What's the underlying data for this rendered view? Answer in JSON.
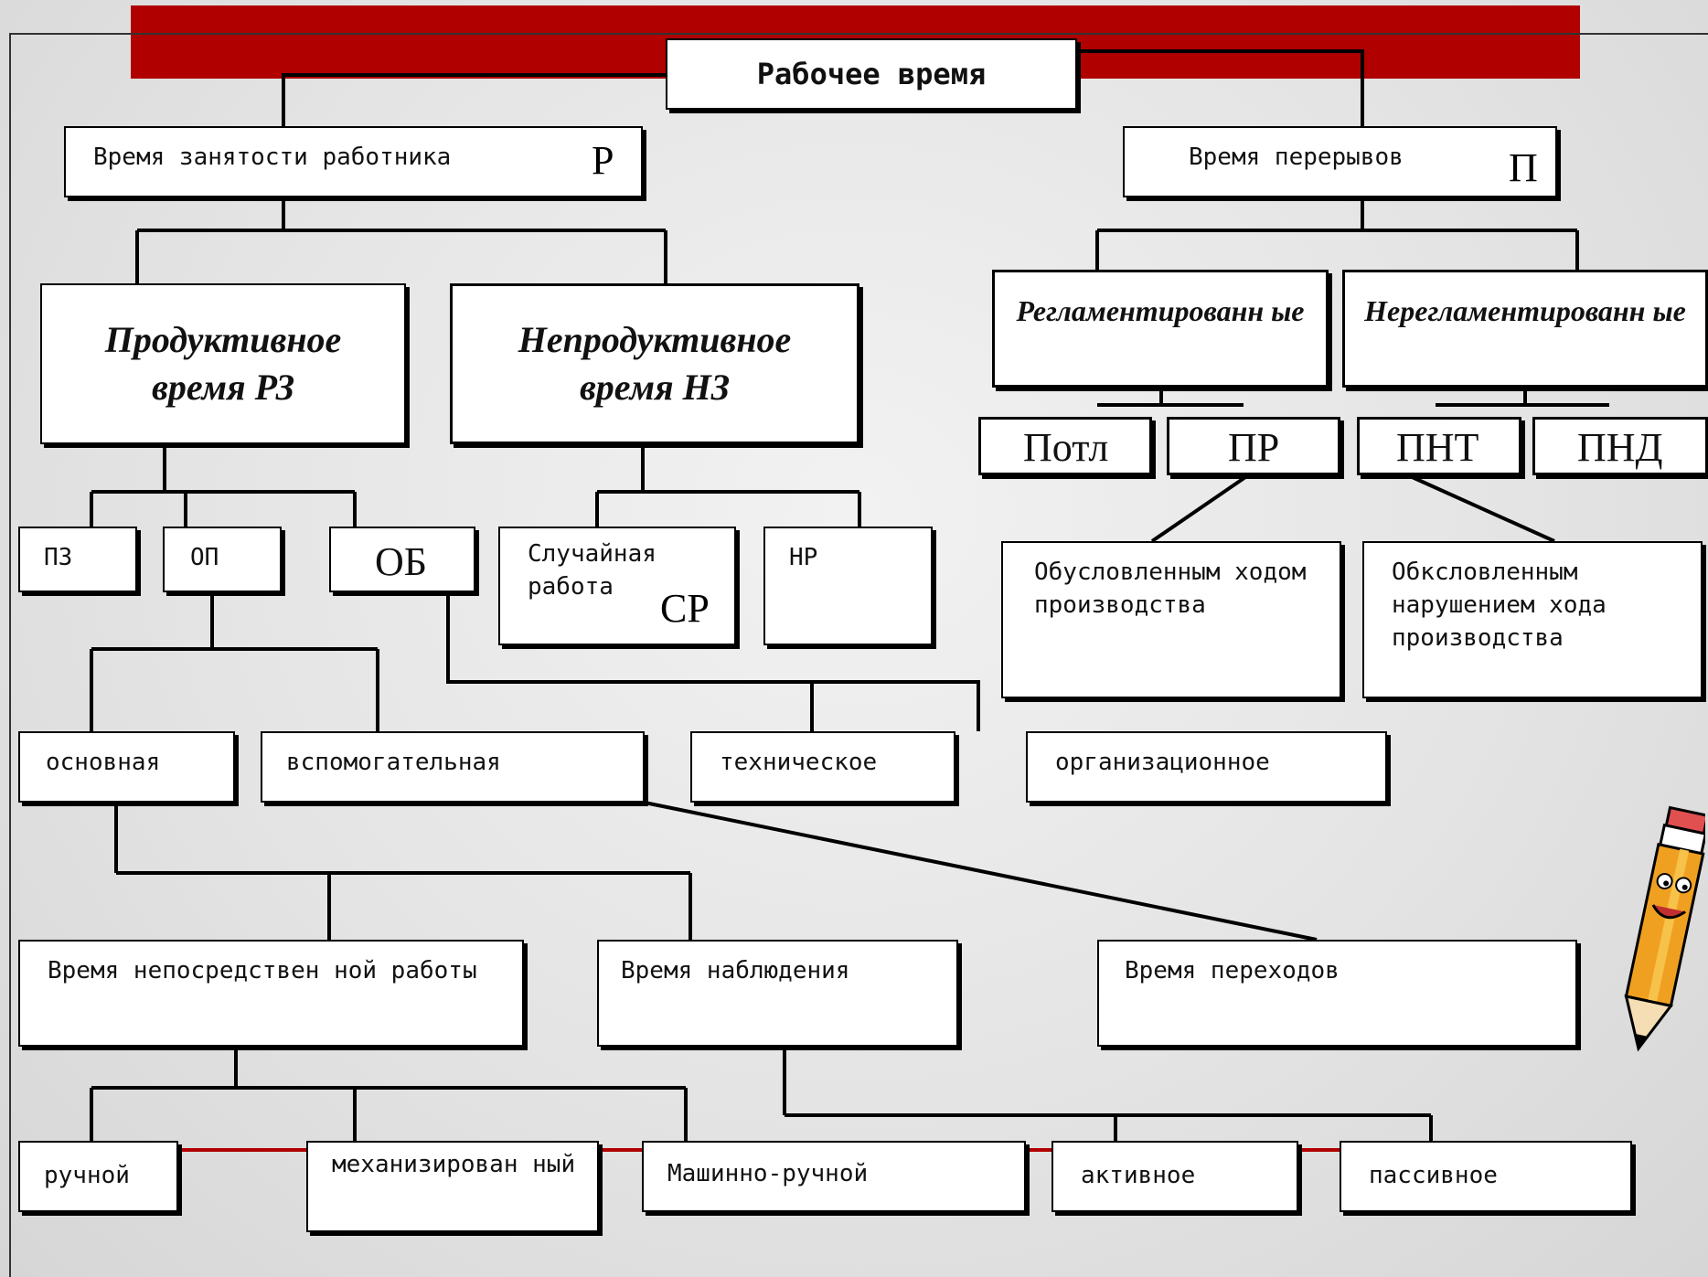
{
  "header": {
    "title": "Рабочее время",
    "accent_color": "#b00000"
  },
  "level1": {
    "employment": {
      "label": "Время занятости работника",
      "letter": "Р"
    },
    "breaks": {
      "label": "Время перерывов",
      "letter": "П"
    }
  },
  "level2": {
    "productive": {
      "label": "Продуктивное время РЗ"
    },
    "unproductive": {
      "label": "Непродуктивное время НЗ"
    },
    "regulated": {
      "label": "Регламентированн ые"
    },
    "unregulated": {
      "label": "Нерегламентированн ые"
    }
  },
  "level3": {
    "pz": "ПЗ",
    "op": "ОП",
    "ob": "ОБ",
    "random_work": {
      "label": "Случайная работа",
      "letter": "СР"
    },
    "nr": "НР",
    "potl": "Потл",
    "pr": "ПР",
    "pnt": "ПНТ",
    "pnd": "ПНД",
    "caused_production": "Обусловленным ходом производства",
    "caused_violation": "Обксловленным нарушением хода производства"
  },
  "level4": {
    "main": "основная",
    "auxiliary": "вспомогательная",
    "technical": "техническое",
    "organizational": "организационное"
  },
  "level5": {
    "direct_work": "Время непосредствен ной работы",
    "observation": "Время наблюдения",
    "transitions": "Время переходов"
  },
  "level6": {
    "manual": "ручной",
    "mechanized": "механизирован ный",
    "machine_manual": "Машинно-ручной",
    "active": "активное",
    "passive": "пассивное"
  },
  "decor": {
    "pencil_icon": "pencil-mascot-icon",
    "line_color": "#000000",
    "accent_line_color": "#b00000"
  }
}
